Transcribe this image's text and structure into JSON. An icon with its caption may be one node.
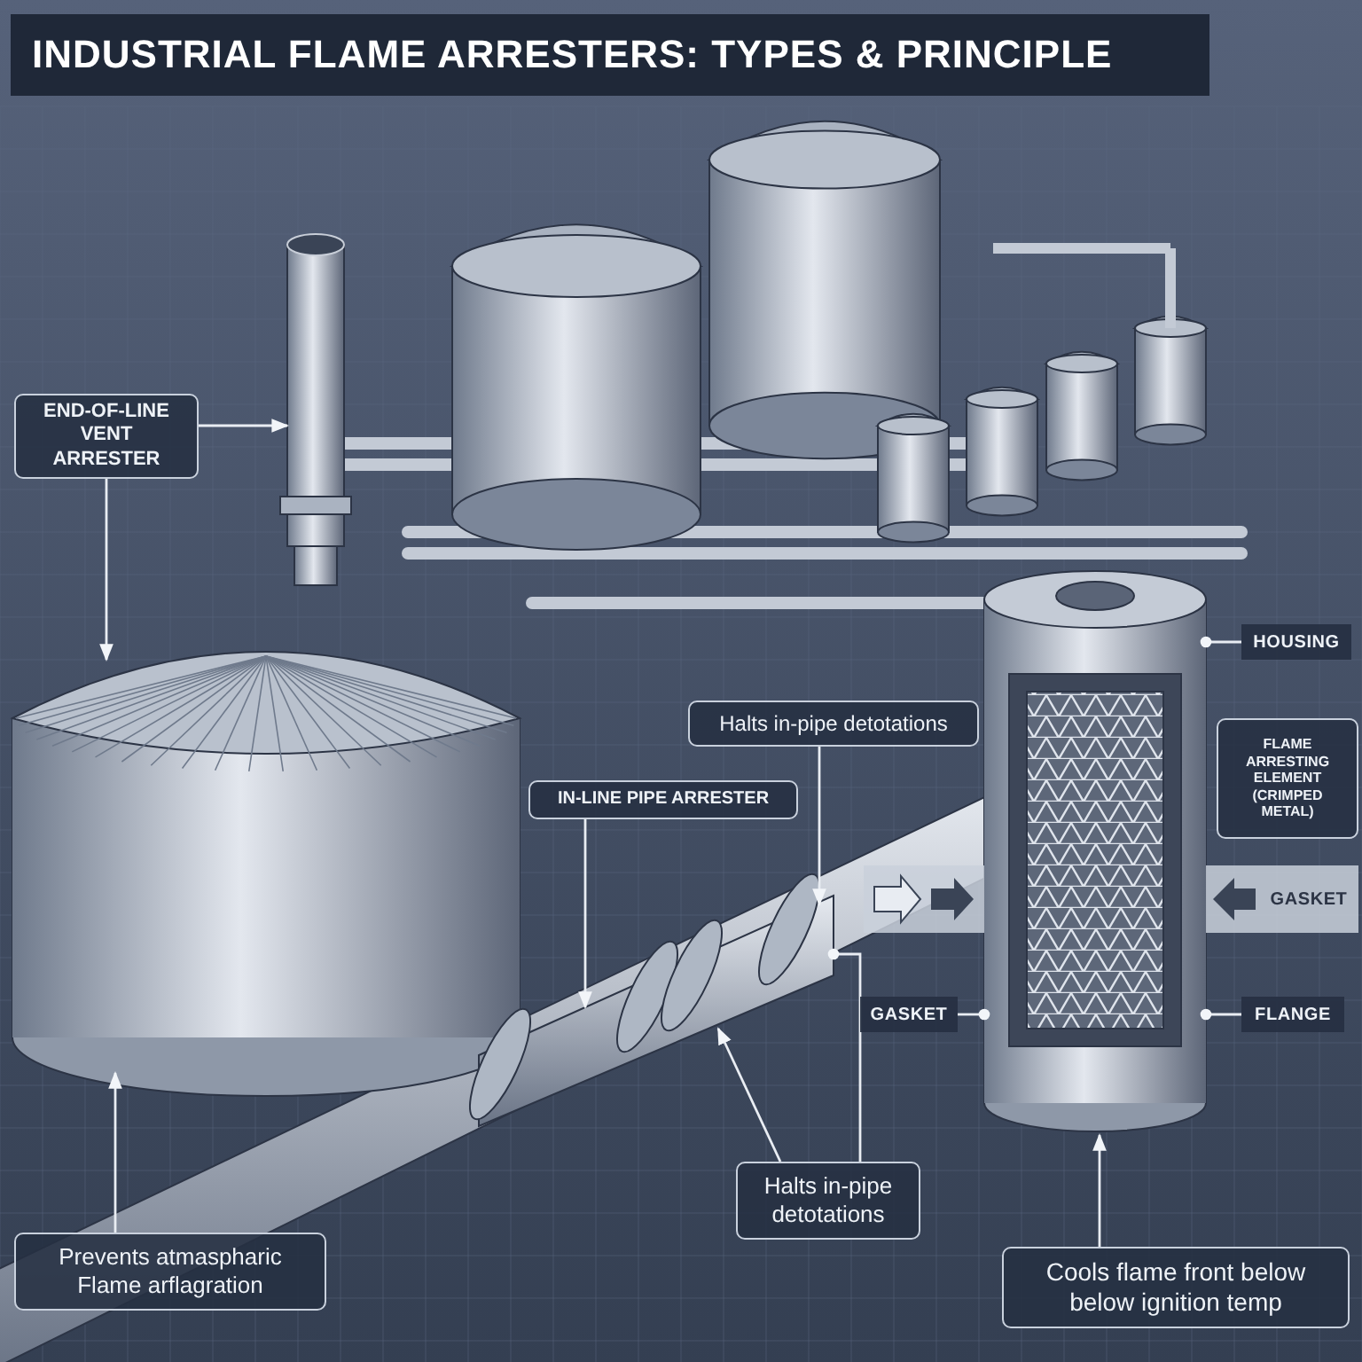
{
  "diagram": {
    "title": "INDUSTRIAL FLAME ARRESTERS: TYPES & PRINCIPLE",
    "nodes": [
      {
        "text": [
          "END-OF-LINE VENT ARRESTER"
        ]
      },
      {
        "text": [],
        "shape": "picture"
      },
      {
        "text": [],
        "shape": "picture"
      },
      {
        "text": [
          "Halts in-pipe detotations"
        ]
      },
      {
        "text": [
          "IN-LINE PIPE ARRESTER"
        ]
      },
      {
        "text": [],
        "shape": "picture"
      },
      {
        "text": [
          "Halts in-pipe detotations"
        ]
      },
      {
        "text": [
          "Prevents atmaspharic Flame arflagration"
        ]
      },
      {
        "text": [],
        "shape": "picture"
      },
      {
        "text": [
          "HOUSING"
        ]
      },
      {
        "text": [
          "FLAME ARRESTING ELEMENT (CRIMPED METAL)"
        ]
      },
      {
        "text": [
          "GASKET"
        ]
      },
      {
        "text": [
          "FLANGE"
        ]
      },
      {
        "text": [
          "Cools flame front below below ignition temp"
        ]
      }
    ],
    "edges": [
      {
        "from": 0,
        "to": 1,
        "arrow": "to"
      },
      {
        "from": 0,
        "to": 2,
        "arrow": "to"
      },
      {
        "from": 3,
        "to": 5,
        "arrow": "to"
      },
      {
        "from": 4,
        "to": 5,
        "arrow": "to"
      },
      {
        "from": 6,
        "to": 5,
        "arrow": "other"
      },
      {
        "from": 6,
        "to": 5,
        "arrow": "to"
      },
      {
        "from": 7,
        "to": 2,
        "arrow": "to"
      },
      {
        "from": 9,
        "to": 8,
        "arrow": "other"
      },
      {
        "from": 11,
        "to": 8,
        "arrow": "other"
      },
      {
        "from": 12,
        "to": 8,
        "arrow": "other"
      },
      {
        "from": 13,
        "to": 8,
        "arrow": "to"
      }
    ],
    "labels": [
      "GASKET"
    ]
  }
}
